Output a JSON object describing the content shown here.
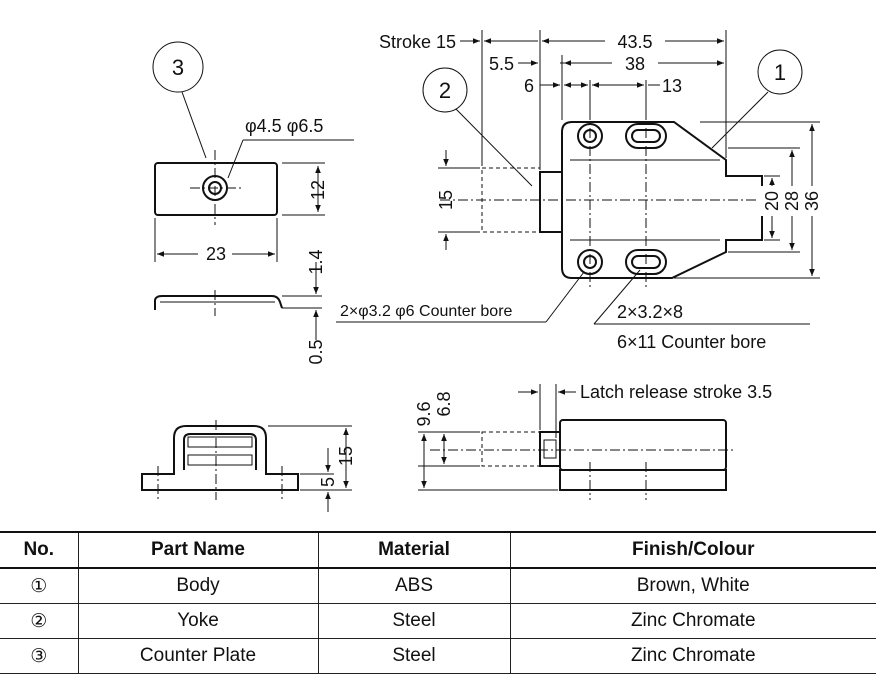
{
  "balloons": {
    "body": "1",
    "yoke": "2",
    "counter_plate": "3"
  },
  "counter_plate_dims": {
    "hole": "φ4.5 φ6.5",
    "height": "12",
    "width": "23",
    "thickness_top": "1.4",
    "thickness_bottom": "0.5"
  },
  "top_view_dims": {
    "stroke": "Stroke 15",
    "overall_length": "43.5",
    "dim_5_5": "5.5",
    "dim_38": "38",
    "dim_6": "6",
    "dim_13": "13",
    "yoke_height": "15",
    "dim_20": "20",
    "dim_28": "28",
    "dim_36": "36",
    "counter_bore_round": "2×φ3.2 φ6 Counter bore",
    "slot_size": "2×3.2×8",
    "slot_counter_bore": "6×11 Counter bore"
  },
  "side_view_dims": {
    "height_15": "15",
    "height_5": "5",
    "dim_9_6": "9.6",
    "dim_6_8": "6.8",
    "latch_release": "Latch release stroke 3.5"
  },
  "parts_table": {
    "headers": [
      "No.",
      "Part Name",
      "Material",
      "Finish/Colour"
    ],
    "rows": [
      {
        "no": "①",
        "part": "Body",
        "material": "ABS",
        "finish": "Brown, White"
      },
      {
        "no": "②",
        "part": "Yoke",
        "material": "Steel",
        "finish": "Zinc Chromate"
      },
      {
        "no": "③",
        "part": "Counter Plate",
        "material": "Steel",
        "finish": "Zinc Chromate"
      }
    ]
  }
}
